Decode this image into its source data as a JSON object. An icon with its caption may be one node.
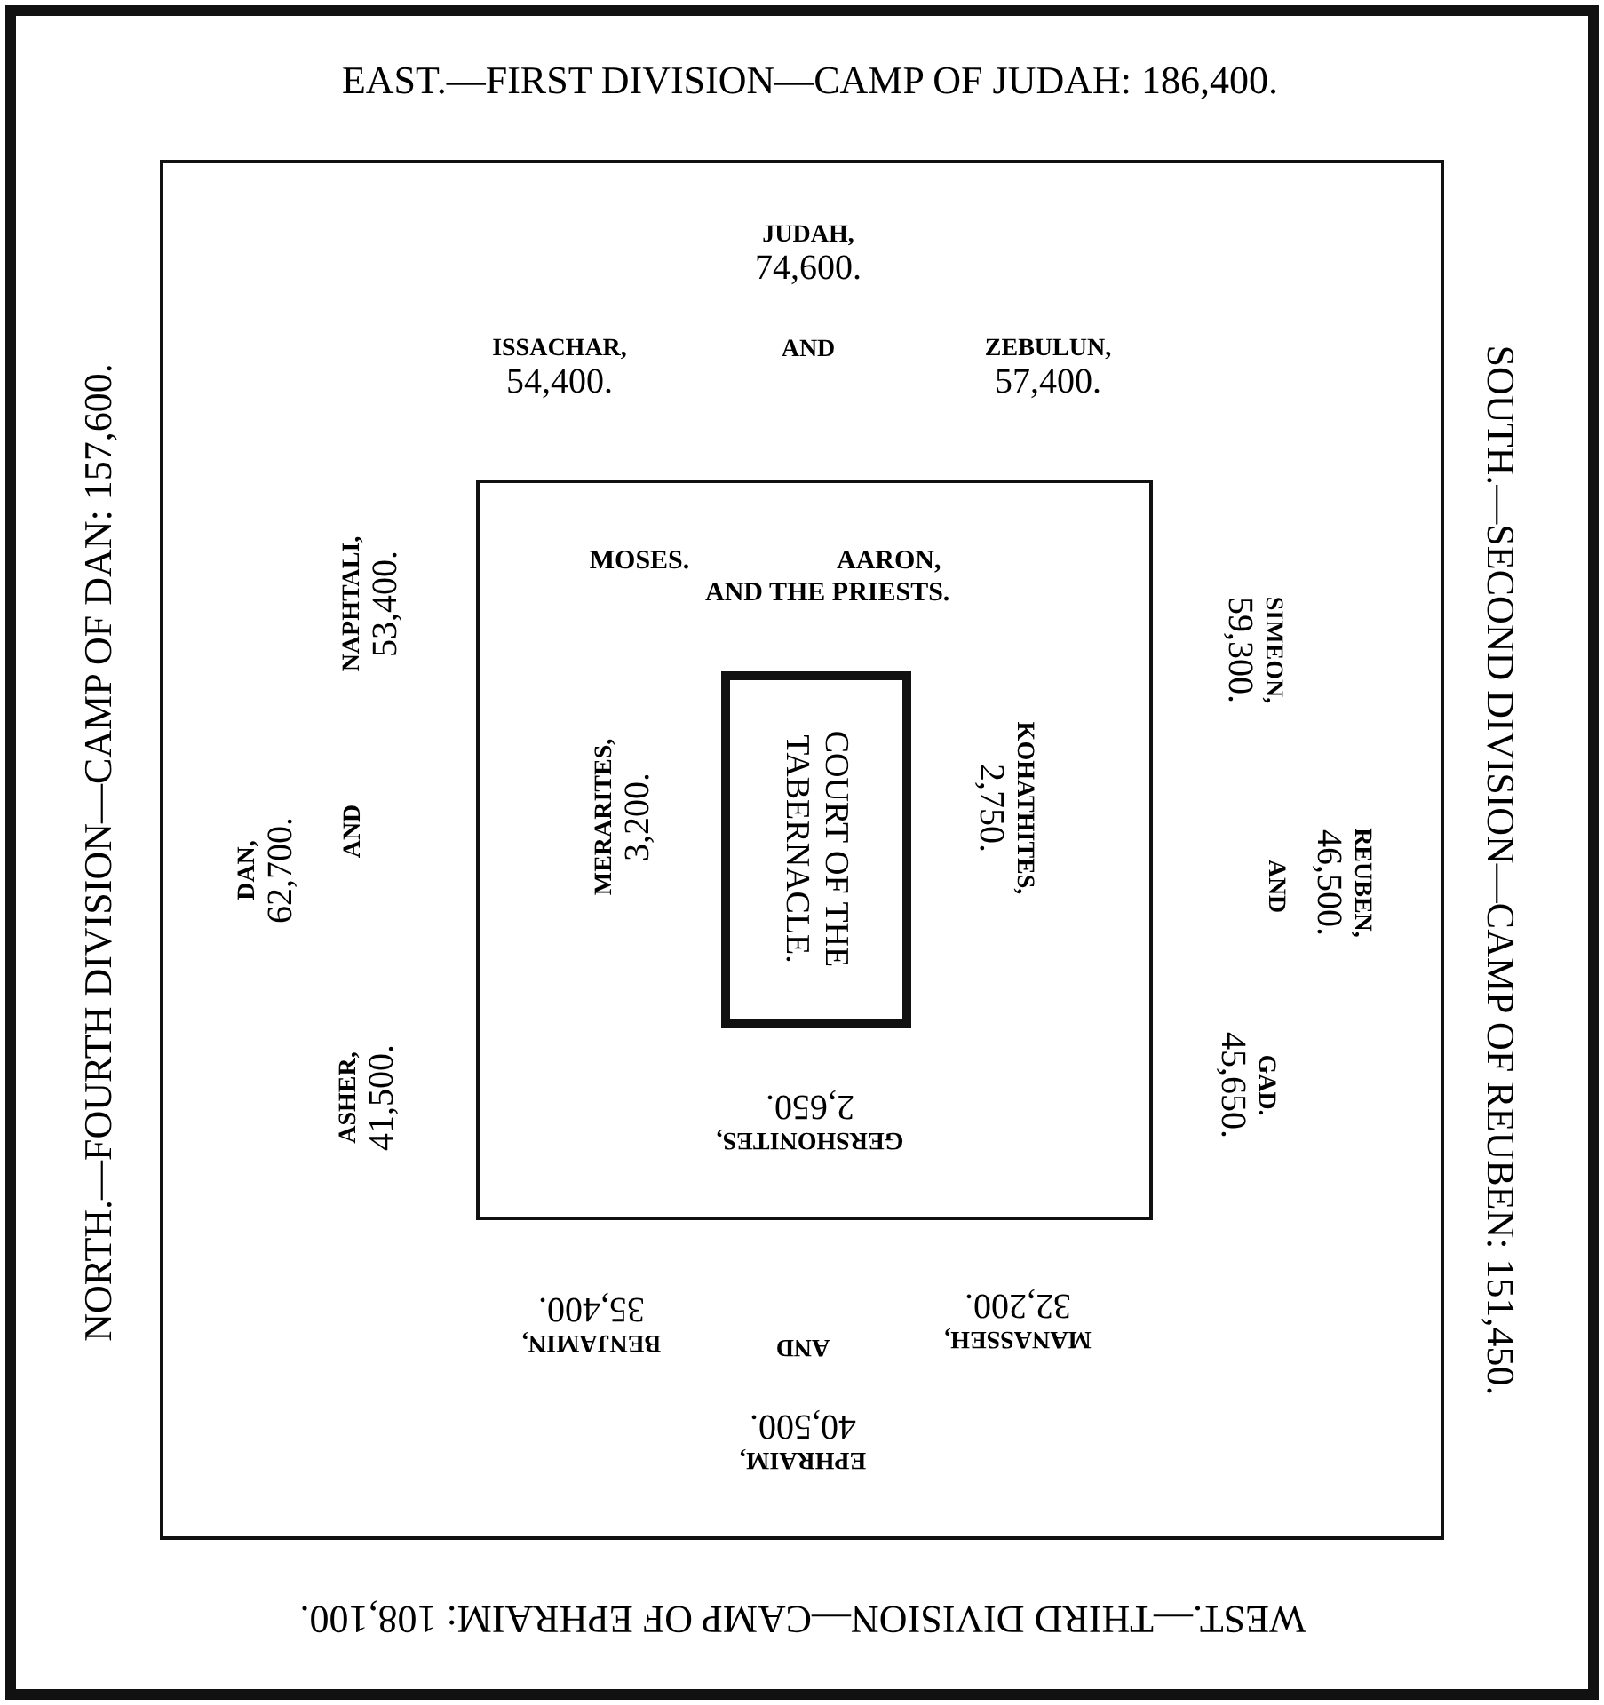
{
  "diagram": {
    "nodes": [
      {
        "text": [
          "EAST.—FIRST DIVISION—CAMP OF JUDAH: 186,400.",
          "SOUTH.—SECOND DIVISION—CAMP OF REUBEN: 151,450.",
          "WEST.—THIRD DIVISION—CAMP OF EPHRAIM: 108,100.",
          "NORTH.—FOURTH DIVISION—CAMP OF DAN: 157,600."
        ]
      },
      {
        "text": [
          "**JUDAH,** 74,600.",
          "**ISSACHAR,** 54,400.",
          "AND",
          "**ZEBULUN,** 57,400.",
          "**SIMEON,** 59,300.",
          "**REUBEN,** 46,500.",
          "AND",
          "**GAD.** 45,650.",
          "**MANASSEH,** 32,200.",
          "AND",
          "**BENJAMIN,** 35,400.",
          "**EPHRAIM,** 40,500.",
          "**NAPHTALI,** 53,400.",
          "**DAN,** 62,700.",
          "AND",
          "**ASHER,** 41,500."
        ],
        "in": 0
      },
      {
        "text": [
          "MOSES.",
          "AARON, AND THE PRIESTS.",
          "**MERARITES,** 3,200.",
          "**KOHATHITES,** 2,750.",
          "**GERSHONITES,** 2,650."
        ],
        "in": 1
      },
      {
        "text": [
          "COURT OF THE TABERNACLE."
        ],
        "in": 2
      }
    ]
  }
}
